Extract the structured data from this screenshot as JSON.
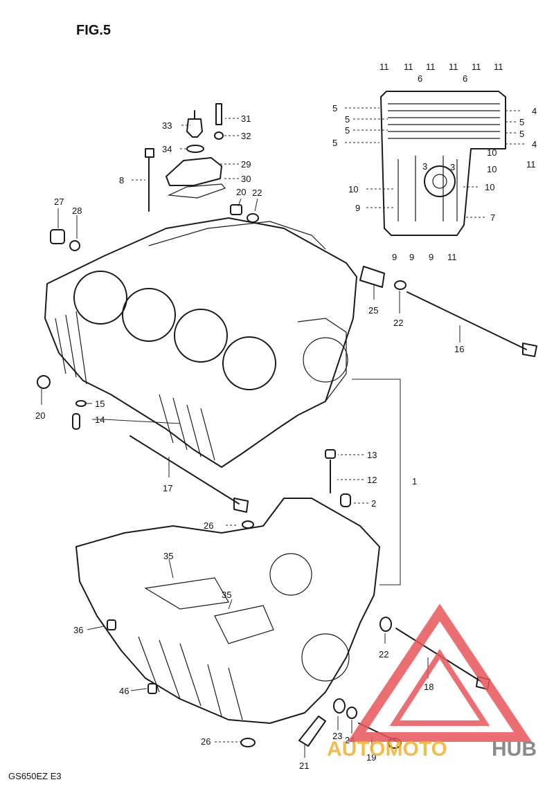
{
  "figure": {
    "title": "FIG.5",
    "model_code": "GS650EZ E3"
  },
  "callouts": [
    {
      "n": "11"
    },
    {
      "n": "11"
    },
    {
      "n": "11"
    },
    {
      "n": "11"
    },
    {
      "n": "11"
    },
    {
      "n": "11"
    },
    {
      "n": "6"
    },
    {
      "n": "6"
    },
    {
      "n": "5"
    },
    {
      "n": "5"
    },
    {
      "n": "5"
    },
    {
      "n": "5"
    },
    {
      "n": "5"
    },
    {
      "n": "5"
    },
    {
      "n": "4"
    },
    {
      "n": "4"
    },
    {
      "n": "10"
    },
    {
      "n": "10"
    },
    {
      "n": "10"
    },
    {
      "n": "10"
    },
    {
      "n": "11"
    },
    {
      "n": "3"
    },
    {
      "n": "3"
    },
    {
      "n": "9"
    },
    {
      "n": "7"
    },
    {
      "n": "9"
    },
    {
      "n": "9"
    },
    {
      "n": "9"
    },
    {
      "n": "11"
    },
    {
      "n": "33"
    },
    {
      "n": "31"
    },
    {
      "n": "32"
    },
    {
      "n": "34"
    },
    {
      "n": "29"
    },
    {
      "n": "30"
    },
    {
      "n": "8"
    },
    {
      "n": "20"
    },
    {
      "n": "22"
    },
    {
      "n": "27"
    },
    {
      "n": "28"
    },
    {
      "n": "25"
    },
    {
      "n": "22"
    },
    {
      "n": "16"
    },
    {
      "n": "20"
    },
    {
      "n": "15"
    },
    {
      "n": "14"
    },
    {
      "n": "13"
    },
    {
      "n": "12"
    },
    {
      "n": "2"
    },
    {
      "n": "1"
    },
    {
      "n": "17"
    },
    {
      "n": "26"
    },
    {
      "n": "35"
    },
    {
      "n": "35"
    },
    {
      "n": "36"
    },
    {
      "n": "22"
    },
    {
      "n": "18"
    },
    {
      "n": "46"
    },
    {
      "n": "26"
    },
    {
      "n": "23"
    },
    {
      "n": "24"
    },
    {
      "n": "21"
    },
    {
      "n": "19"
    }
  ],
  "watermark": {
    "part1": "AUTOMOTO",
    "part2": "HUB",
    "accent": "#e8565a",
    "accent2": "#f2b12b",
    "dark": "#777777"
  }
}
